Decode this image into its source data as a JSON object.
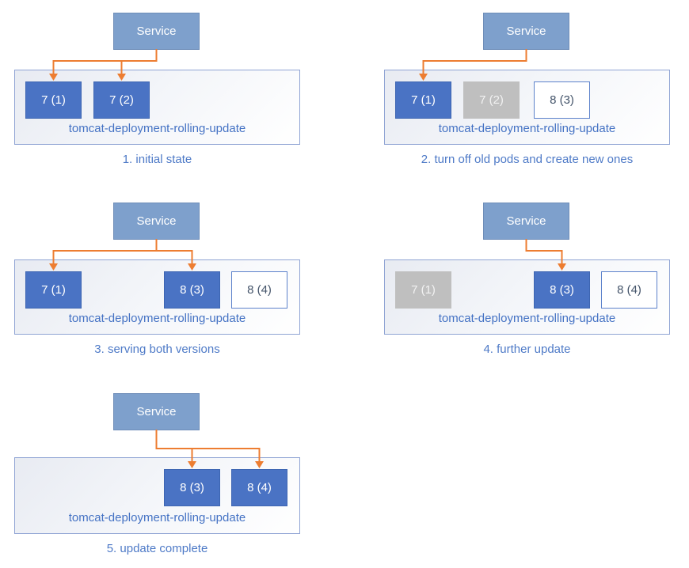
{
  "diagram": {
    "title_meaning": "Kubernetes rolling update of tomcat deployment",
    "service_label": "Service",
    "deployment_label": "tomcat-deployment-rolling-update",
    "colors": {
      "service_fill": "#7EA0CC",
      "pod_active": "#4A73C4",
      "pod_stopped": "#BFBFBF",
      "pod_new_bg": "#FFFFFF",
      "pod_new_border": "#5D82CB",
      "pod_new_text": "#44546A",
      "arrow": "#ED7D31",
      "label_text": "#4472C4",
      "caption_text": "#4E7AC7"
    },
    "panels": [
      {
        "caption": "1. initial state",
        "pods": [
          {
            "label": "7 (1)",
            "state": "active",
            "slot": 0
          },
          {
            "label": "7 (2)",
            "state": "active",
            "slot": 1
          }
        ],
        "arrow_slots": [
          0,
          1
        ]
      },
      {
        "caption": "2. turn off old pods and create new ones",
        "pods": [
          {
            "label": "7 (1)",
            "state": "active",
            "slot": 0
          },
          {
            "label": "7 (2)",
            "state": "stopped",
            "slot": 1
          },
          {
            "label": "8 (3)",
            "state": "new",
            "slot": 2
          }
        ],
        "arrow_slots": [
          0
        ]
      },
      {
        "caption": "3. serving both versions",
        "pods": [
          {
            "label": "7 (1)",
            "state": "active",
            "slot": 0
          },
          {
            "label": "8 (3)",
            "state": "active",
            "slot": 2
          },
          {
            "label": "8 (4)",
            "state": "new",
            "slot": 3
          }
        ],
        "arrow_slots": [
          0,
          2
        ]
      },
      {
        "caption": "4. further update",
        "pods": [
          {
            "label": "7 (1)",
            "state": "stopped",
            "slot": 0
          },
          {
            "label": "8 (3)",
            "state": "active",
            "slot": 2
          },
          {
            "label": "8 (4)",
            "state": "new",
            "slot": 3
          }
        ],
        "arrow_slots": [
          2
        ]
      },
      {
        "caption": "5. update complete",
        "pods": [
          {
            "label": "8 (3)",
            "state": "active",
            "slot": 2
          },
          {
            "label": "8 (4)",
            "state": "active",
            "slot": 3
          }
        ],
        "arrow_slots": [
          2,
          3
        ]
      }
    ]
  }
}
